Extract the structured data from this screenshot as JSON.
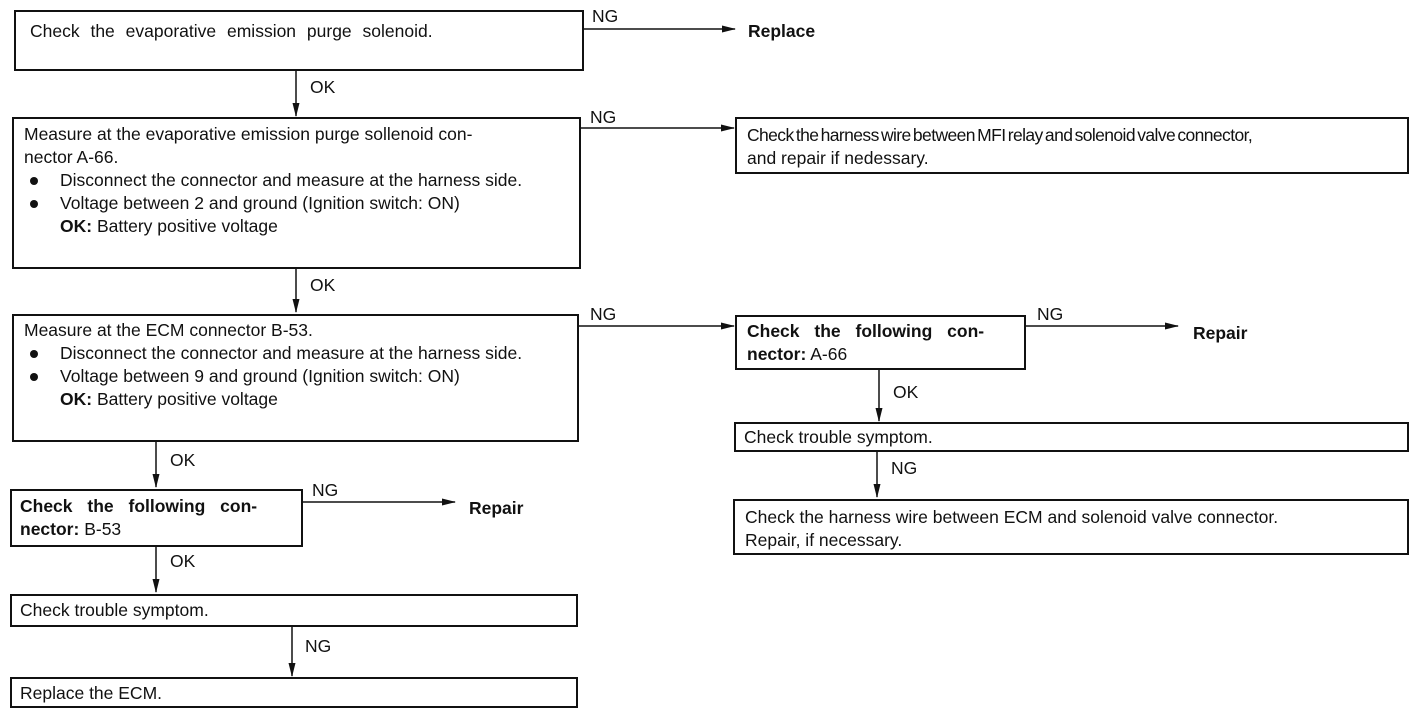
{
  "step1": {
    "text": "Check the evaporative emission purge solenoid.",
    "ng_label": "NG",
    "ng_result": "Replace",
    "ok_label": "OK"
  },
  "step2": {
    "line1": "Measure at the evaporative emission purge sollenoid con-",
    "line2": "nector A-66.",
    "bullet1": "Disconnect the connector and measure at the harness side.",
    "bullet2": "Voltage between 2 and ground (Ignition switch: ON)",
    "ok_key": "OK:",
    "ok_value": "Battery positive voltage",
    "ng_label": "NG",
    "ok_label": "OK"
  },
  "step2_ng_box": {
    "line1": "Check the harness wire between MFI relay and solenoid valve connector,",
    "line2": "and repair if nedessary."
  },
  "step3": {
    "line1": "Measure at the ECM connector B-53.",
    "bullet1": "Disconnect the connector and measure at the harness side.",
    "bullet2": "Voltage between 9 and ground (Ignition switch: ON)",
    "ok_key": "OK:",
    "ok_value": "Battery positive voltage",
    "ng_label": "NG",
    "ok_label": "OK"
  },
  "step4_left": {
    "line1": "Check the following con-",
    "line2_bold": "nector:",
    "line2_rest": "B-53",
    "ng_label": "NG",
    "ng_result": "Repair",
    "ok_label": "OK"
  },
  "step5_left": {
    "text": "Check trouble symptom.",
    "ng_label": "NG"
  },
  "step6_left": {
    "text": "Replace the ECM."
  },
  "step4_right": {
    "line1": "Check the following con-",
    "line2_bold": "nector:",
    "line2_rest": "A-66",
    "ng_label": "NG",
    "ng_result": "Repair",
    "ok_label": "OK"
  },
  "step5_right": {
    "text": "Check trouble symptom.",
    "ng_label": "NG"
  },
  "step6_right": {
    "line1": "Check the harness wire between ECM and solenoid valve connector.",
    "line2": "Repair, if necessary."
  },
  "colors": {
    "ink": "#111111",
    "background": "#ffffff"
  }
}
